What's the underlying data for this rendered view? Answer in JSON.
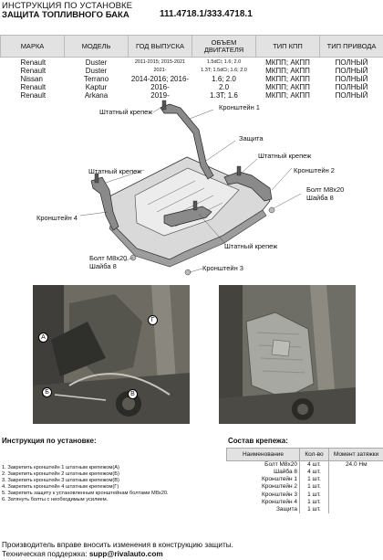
{
  "header": {
    "line1": "ИНСТРУКЦИЯ ПО УСТАНОВКЕ",
    "line2": "ЗАЩИТА ТОПЛИВНОГО БАКА",
    "part_number": "111.4718.1/333.4718.1"
  },
  "spec_table": {
    "headers": [
      "МАРКА",
      "МОДЕЛЬ",
      "ГОД ВЫПУСКА",
      "ОБЪЕМ ДВИГАТЕЛЯ",
      "ТИП КПП",
      "ТИП ПРИВОДА"
    ],
    "brands": [
      "Renault",
      "Renault",
      "Nissan",
      "Renault",
      "Renault"
    ],
    "models": [
      "Duster",
      "Duster",
      "Terrano",
      "Kaptur",
      "Arkana"
    ],
    "years": [
      "2011-2015; 2015-2021",
      "2021-",
      "2014-2016; 2016-",
      "2016-",
      "2019-"
    ],
    "engines": [
      "1.5dCi; 1.6; 2.0",
      "1.3T; 1.5dCi; 1.6; 2.0",
      "1.6; 2.0",
      "2.0",
      "1.3T; 1.6"
    ],
    "gearbox": [
      "МКПП; АКПП",
      "МКПП; АКПП",
      "МКПП; АКПП",
      "МКПП; АКПП",
      "МКПП; АКПП"
    ],
    "drive": [
      "ПОЛНЫЙ",
      "ПОЛНЫЙ",
      "ПОЛНЫЙ",
      "ПОЛНЫЙ",
      "ПОЛНЫЙ"
    ]
  },
  "diagram": {
    "labels": {
      "std_bracket_top": "Штатный крепеж",
      "bracket1": "Кронштейн 1",
      "shield": "Защита",
      "std_bracket_right": "Штатный крепеж",
      "bracket2": "Кронштейн 2",
      "std_bracket_left": "Штатный крепеж",
      "bolt_right": "Болт М8х20",
      "washer_right": "Шайба 8",
      "bracket4": "Кронштейн 4",
      "std_bracket_bottom": "Штатный крепеж",
      "bolt_left": "Болт М8х20",
      "washer_left": "Шайба 8",
      "bracket3": "Кронштейн 3"
    }
  },
  "photos": {
    "left_markers": [
      "А",
      "Б",
      "В",
      "Г"
    ]
  },
  "instructions": {
    "title": "Инструкция по установке:",
    "items": [
      "1. Закрепить кронштейн 1 штатным крепежом(А)",
      "2. Закрепить кронштейн 2 штатным крепежом(Б)",
      "3. Закрепить кронштейн 3 штатным крепежом(В)",
      "4. Закрепить кронштейн 4 штатным крепежом(Г)",
      "5. Закрепить защиту к установленным кронштейнам болтами М8х20.",
      "6. Затянуть болты с необходимым усилием."
    ]
  },
  "composition": {
    "title": "Состав крепежа:",
    "headers": [
      "Наименование",
      "Кол-во",
      "Момент затяжки"
    ],
    "rows": [
      [
        "Болт М8х20",
        "4 шт.",
        "24.0 Нм"
      ],
      [
        "Шайба 8",
        "4 шт.",
        ""
      ],
      [
        "Кронштейн 1",
        "1 шт.",
        ""
      ],
      [
        "Кронштейн 2",
        "1 шт.",
        ""
      ],
      [
        "Кронштейн 3",
        "1 шт.",
        ""
      ],
      [
        "Кронштейн 4",
        "1 шт.",
        ""
      ],
      [
        "Защита",
        "1 шт.",
        ""
      ]
    ]
  },
  "footer": {
    "line1": "Производитель вправе вносить изменения в конструкцию защиты.",
    "line2_prefix": "Техническая поддержка: ",
    "email": "supp@rivalauto.com"
  }
}
